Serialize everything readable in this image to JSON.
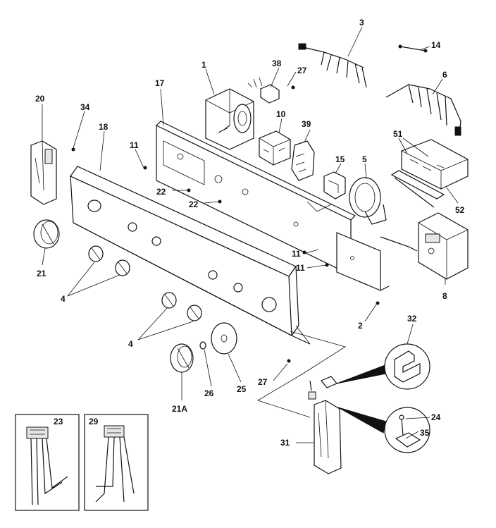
{
  "labels": {
    "p1": "1",
    "p2": "2",
    "p3": "3",
    "p4a": "4",
    "p4b": "4",
    "p5": "5",
    "p6": "6",
    "p8": "8",
    "p10": "10",
    "p11a": "11",
    "p11b": "11",
    "p11c": "11",
    "p14": "14",
    "p15": "15",
    "p17": "17",
    "p18": "18",
    "p20": "20",
    "p21": "21",
    "p21a": "21A",
    "p22a": "22",
    "p22b": "22",
    "p23": "23",
    "p24": "24",
    "p25": "25",
    "p26": "26",
    "p27a": "27",
    "p27b": "27",
    "p29": "29",
    "p31": "31",
    "p32": "32",
    "p34": "34",
    "p35": "35",
    "p38": "38",
    "p39": "39",
    "p51": "51",
    "p52": "52"
  }
}
